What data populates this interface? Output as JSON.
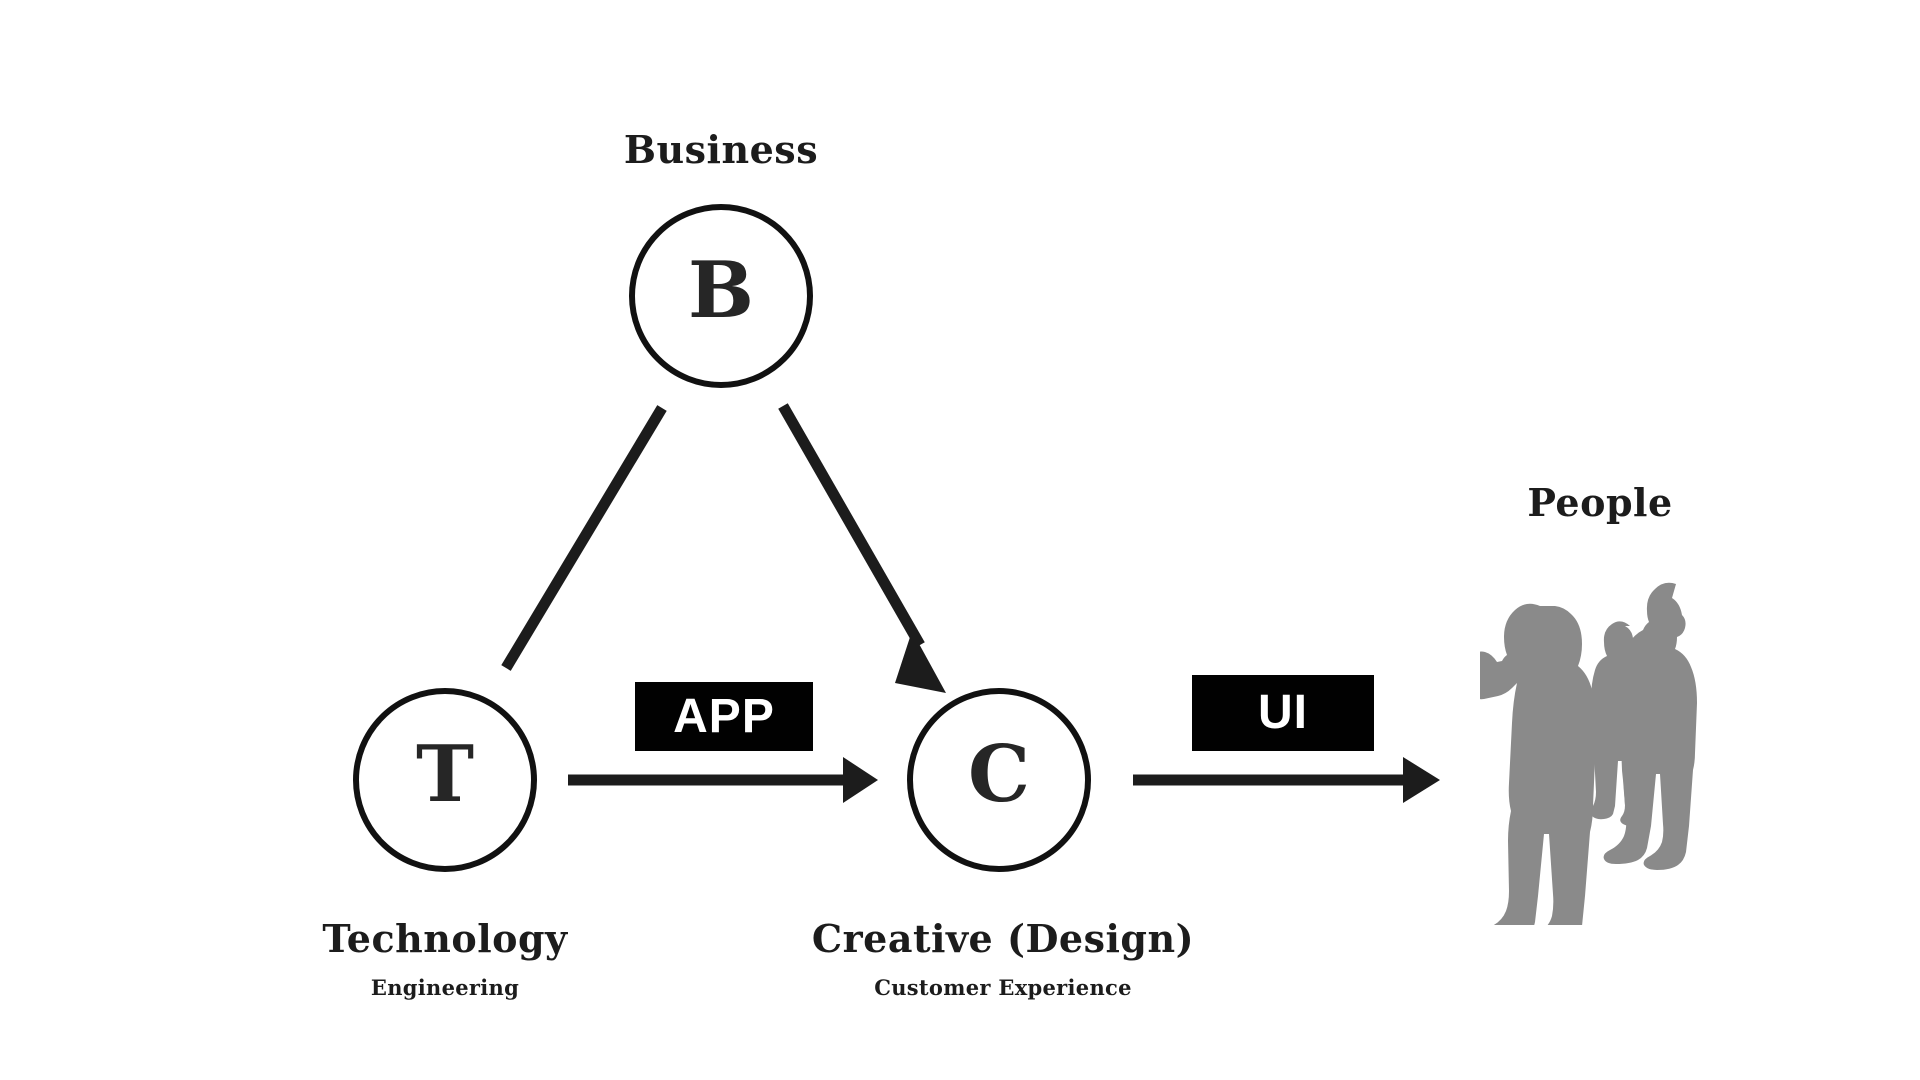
{
  "diagram": {
    "title": "Business - Technology - Creative - People flow diagram",
    "background_color": "#ffffff",
    "stroke_color": "#1c1c1c",
    "tag_bg_color": "#010101",
    "tag_text_color": "#ffffff",
    "silhouette_color": "#8a8a8a"
  },
  "nodes": {
    "business": {
      "letter": "B",
      "label": "Business",
      "sublabel": "",
      "label_position": "top"
    },
    "technology": {
      "letter": "T",
      "label": "Technology",
      "sublabel": "Engineering",
      "label_position": "bottom"
    },
    "creative": {
      "letter": "C",
      "label": "Creative (Design)",
      "sublabel": "Customer Experience",
      "label_position": "bottom"
    },
    "people": {
      "letter": "",
      "label": "People",
      "sublabel": "",
      "label_position": "top"
    }
  },
  "connectors": [
    {
      "id": "business-to-technology",
      "from": "business",
      "to": "technology",
      "tag": "",
      "arrowhead": false
    },
    {
      "id": "business-to-creative",
      "from": "business",
      "to": "creative",
      "tag": "",
      "arrowhead": true
    },
    {
      "id": "technology-to-creative",
      "from": "technology",
      "to": "creative",
      "tag": "APP",
      "arrowhead": true
    },
    {
      "id": "creative-to-people",
      "from": "creative",
      "to": "people",
      "tag": "UI",
      "arrowhead": true
    }
  ],
  "tags": {
    "app": "APP",
    "ui": "UI"
  }
}
